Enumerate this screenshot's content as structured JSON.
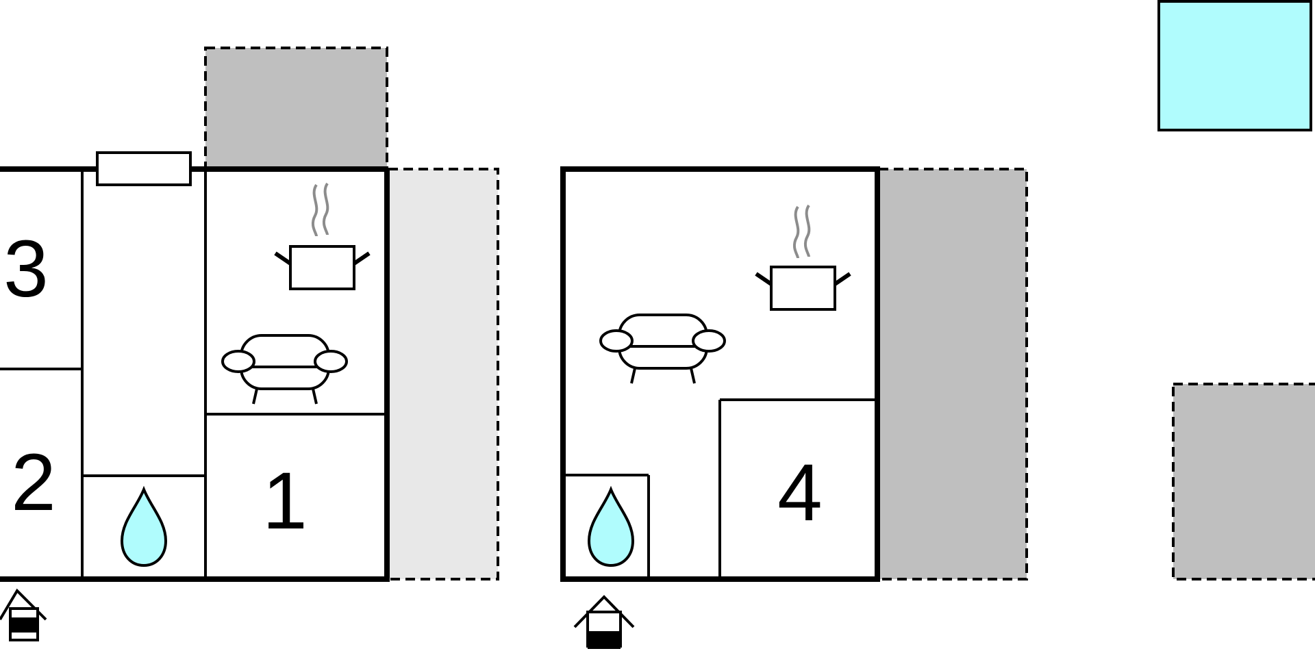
{
  "floorplan": {
    "colors": {
      "background": "#ffffff",
      "wall": "#000000",
      "terrace_dark": "#bfbfbf",
      "terrace_light": "#e8e8e8",
      "pool": "#b0fcfd",
      "water_drop": "#b0fcfd",
      "steam": "#8c8c8c"
    },
    "icons": [
      "kitchen-pot-icon",
      "sofa-icon",
      "bathroom-water-drop-icon",
      "entrance-house-icon",
      "window-icon",
      "pool-icon",
      "terrace-area"
    ],
    "left_unit": {
      "rooms": {
        "room_3_label": "3",
        "room_2_label": "2",
        "room_1_label": "1"
      }
    },
    "right_unit": {
      "rooms": {
        "room_4_label": "4"
      }
    }
  }
}
